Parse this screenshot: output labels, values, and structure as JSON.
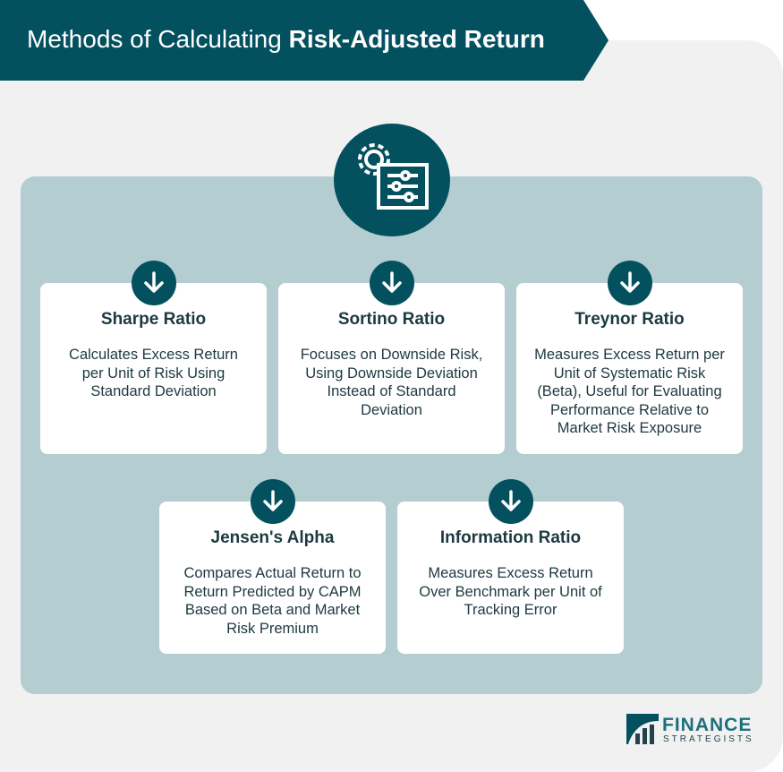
{
  "header": {
    "title_plain": "Methods of Calculating ",
    "title_bold": "Risk-Adjusted Return"
  },
  "cards": [
    {
      "title": "Sharpe Ratio",
      "desc": "Calculates Excess Return per Unit of Risk Using Standard Deviation"
    },
    {
      "title": "Sortino Ratio",
      "desc": "Focuses on Downside Risk, Using Downside Deviation Instead of Standard Deviation"
    },
    {
      "title": "Treynor Ratio",
      "desc": "Measures Excess Return per Unit of Systematic Risk (Beta), Useful for Evaluating Performance Relative to Market Risk Exposure"
    },
    {
      "title": "Jensen's Alpha",
      "desc": "Compares Actual Return to Return Predicted by CAPM Based on Beta and Market Risk Premium"
    },
    {
      "title": "Information Ratio",
      "desc": "Measures Excess Return Over Benchmark per Unit of Tracking Error"
    }
  ],
  "logo": {
    "line1": "FINANCE",
    "line2": "STRATEGISTS"
  }
}
